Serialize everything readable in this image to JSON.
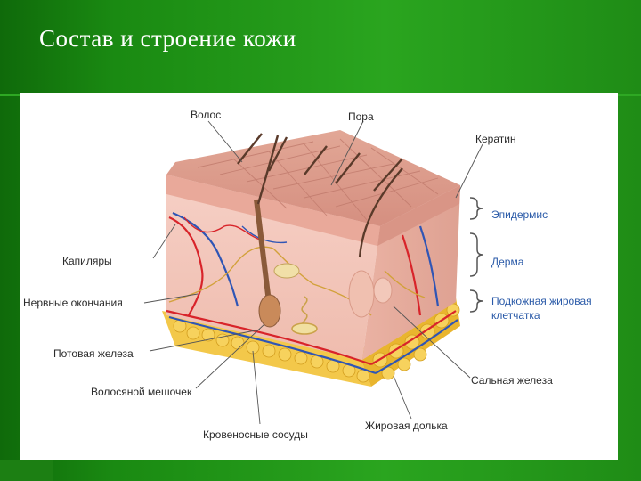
{
  "slide": {
    "title": "Состав и строение кожи"
  },
  "labels": {
    "hair": "Волос",
    "pore": "Пора",
    "keratin": "Кератин",
    "capillaries": "Капиляры",
    "nerve_endings": "Нервные окончания",
    "sweat_gland": "Потовая железа",
    "hair_follicle": "Волосяной мешочек",
    "blood_vessels": "Кровеносные сосуды",
    "fat_lobule": "Жировая долька",
    "sebaceous_gland": "Сальная железа"
  },
  "layers": {
    "epidermis": "Эпидермис",
    "dermis": "Дерма",
    "hypodermis_line1": "Подкожная жировая",
    "hypodermis_line2": "клетчатка"
  },
  "colors": {
    "background": "#1f9018",
    "layer_label": "#2a5aa8",
    "artery": "#d8242a",
    "vein": "#2f55b5",
    "fat": "#f0c23a",
    "skin": "#f3c3b9"
  }
}
